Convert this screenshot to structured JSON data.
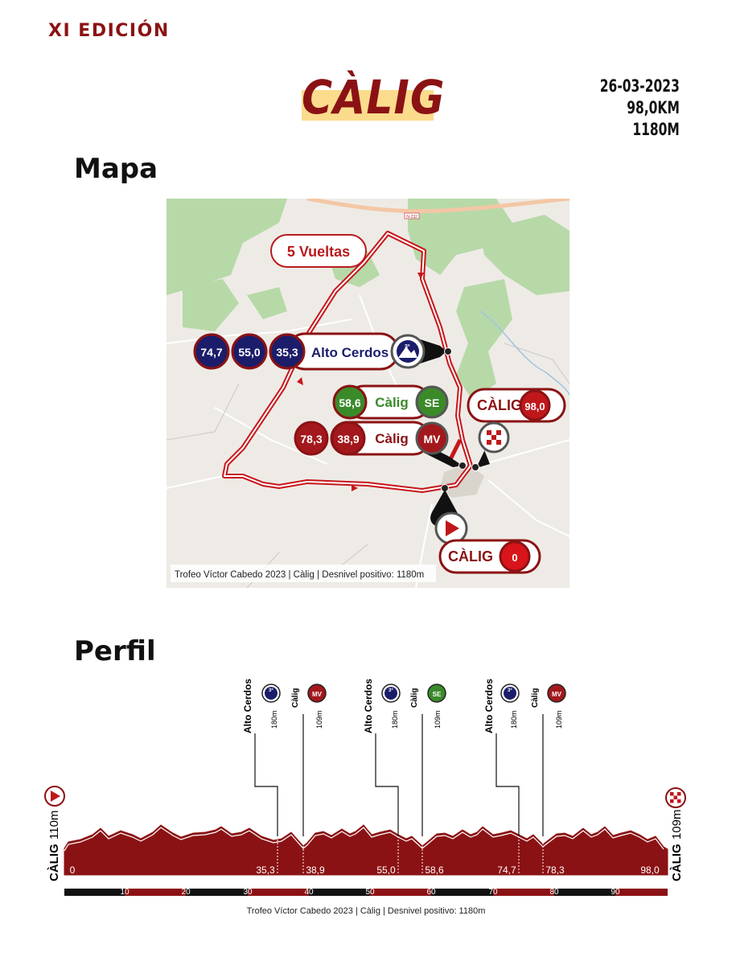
{
  "edition": "XI EDICIÓN",
  "title": "CÀLIG",
  "meta": {
    "date": "26-03-2023",
    "distance": "98,0KM",
    "elevation": "1180M"
  },
  "sections": {
    "map": "Mapa",
    "profile": "Perfil"
  },
  "colors": {
    "brand_red": "#8b1214",
    "sprint_green": "#3a8a2a",
    "kom_navy": "#1b1d6b",
    "title_band": "#fbdc8d"
  },
  "map": {
    "laps_label": "5 Vueltas",
    "kom": {
      "km": [
        "74,7",
        "55,0",
        "35,3"
      ],
      "name": "Alto Cerdos",
      "category": "3ª"
    },
    "sprint": {
      "km": [
        "58,6"
      ],
      "name": "Càlig",
      "badge": "SE"
    },
    "mountain_sprint": {
      "km": [
        "78,3",
        "38,9"
      ],
      "name": "Càlig",
      "badge": "MV"
    },
    "finish": {
      "name": "CÀLIG",
      "km": "98,0"
    },
    "start": {
      "name": "CÀLIG",
      "km": "0"
    },
    "road_label": "N-232",
    "credit": "Trofeo Víctor Cabedo 2023 | Càlig | Desnivel positivo: 1180m"
  },
  "profile": {
    "start_label": "CÀLIG",
    "start_alt": "110m",
    "finish_label": "CÀLIG",
    "finish_alt": "109m",
    "markers": [
      {
        "name": "Alto Cerdos",
        "badge": "3ª",
        "alt": "180m",
        "km": "35,3"
      },
      {
        "name": "Càlig",
        "badge": "MV",
        "alt": "109m",
        "km": "38,9"
      },
      {
        "name": "Alto Cerdos",
        "badge": "3ª",
        "alt": "180m",
        "km": "55,0"
      },
      {
        "name": "Càlig",
        "badge": "SE",
        "alt": "109m",
        "km": "58,6"
      },
      {
        "name": "Alto Cerdos",
        "badge": "3ª",
        "alt": "180m",
        "km": "74,7"
      },
      {
        "name": "Càlig",
        "badge": "MV",
        "alt": "109m",
        "km": "78,3"
      }
    ],
    "km_start": "0",
    "km_end": "98,0",
    "scale_ticks": [
      "10",
      "20",
      "30",
      "40",
      "50",
      "60",
      "70",
      "80",
      "90"
    ],
    "credit": "Trofeo Víctor Cabedo 2023 | Càlig | Desnivel positivo: 1180m"
  }
}
